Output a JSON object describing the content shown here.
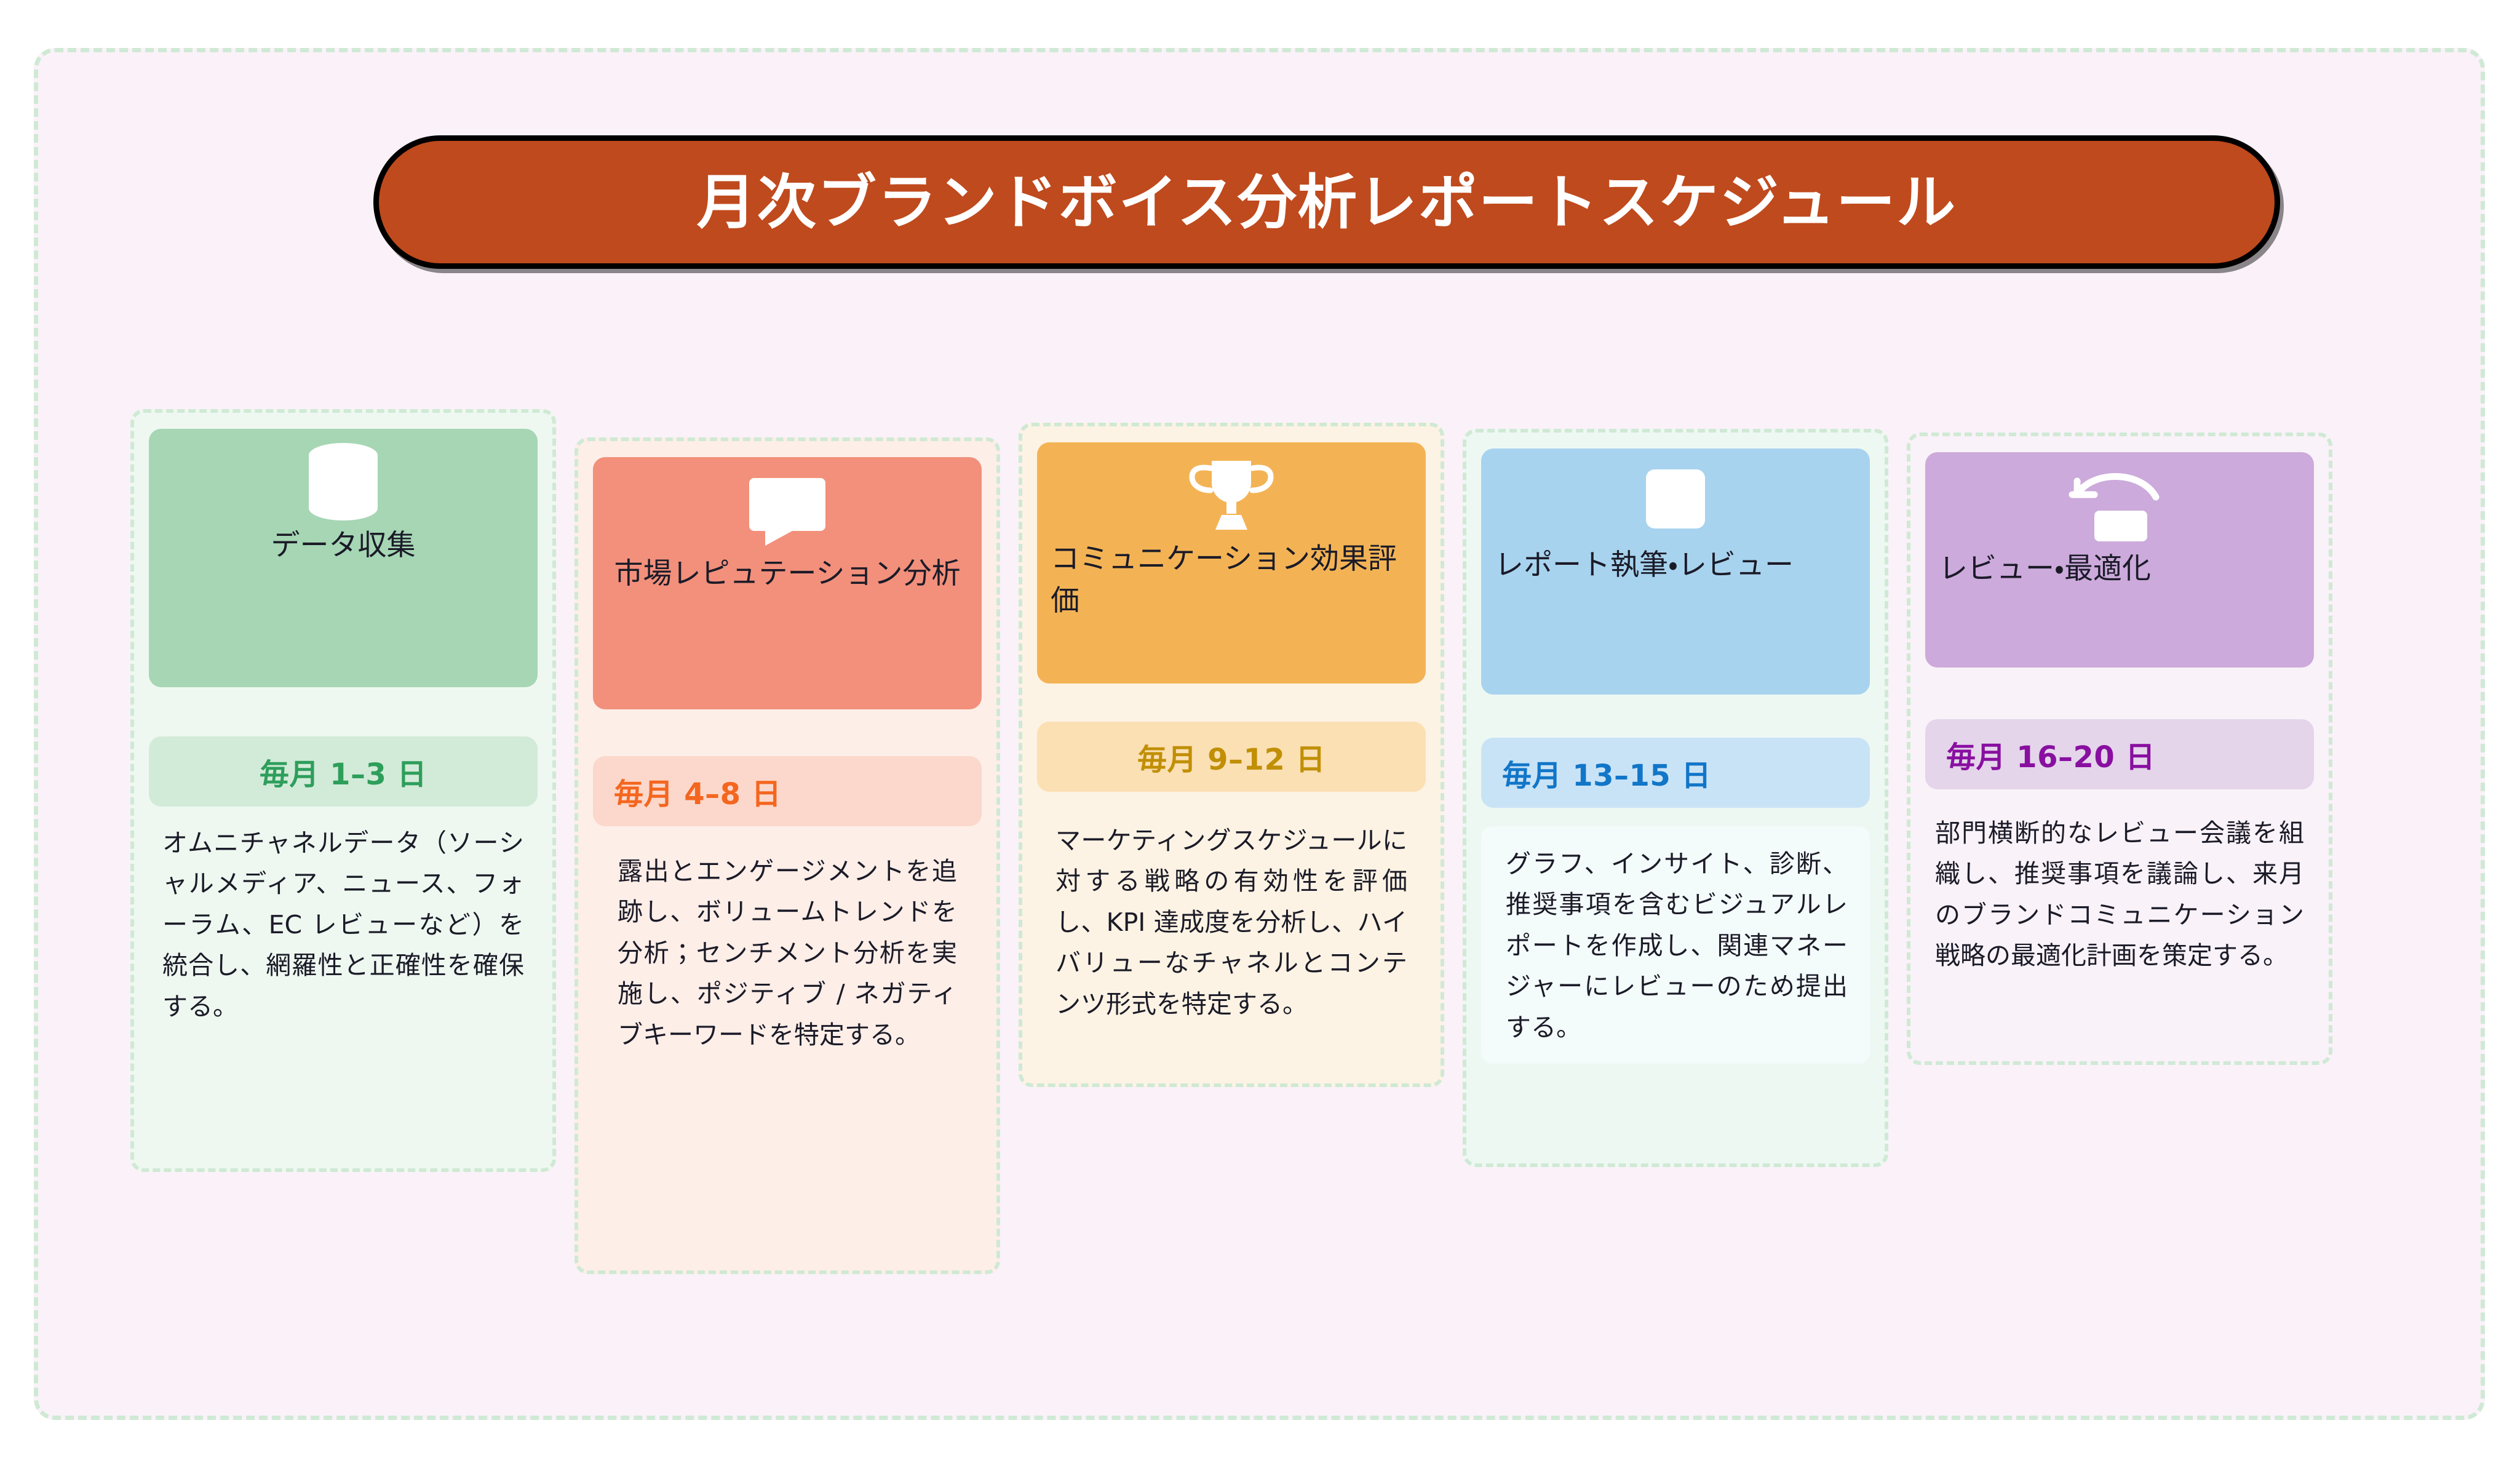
{
  "title": {
    "text": "月次ブランドボイス分析レポートスケジュール",
    "background": "#bf4a1d",
    "border_color": "#000000",
    "text_color": "#ffffff"
  },
  "frame": {
    "background": "#faf2f8",
    "border_color": "#cfe9d5"
  },
  "steps": [
    {
      "icon": "database-stack-icon",
      "title": "データ収集",
      "date": "毎月 1–3 日",
      "body": "オムニチャネルデータ（ソーシャルメディア、ニュース、フォーラム、EC レビューなど）を統合し、網羅性と正確性を確保する。",
      "head_bg": "#a6d6b4",
      "badge_bg": "#d2ebd8",
      "badge_text_color": "#2e9e5b",
      "column_bg": "#eef8f0",
      "title_align": "center",
      "date_align": "center",
      "body_boxed": false
    },
    {
      "icon": "speech-bubble-icon",
      "title": "市場レピュテーション分析",
      "date": "毎月 4–8 日",
      "body": "露出とエンゲージメントを追跡し、ボリュームトレンドを分析；センチメント分析を実施し、ポジティブ / ネガティブキーワードを特定する。",
      "head_bg": "#f2907b",
      "badge_bg": "#fbd8cb",
      "badge_text_color": "#f4661f",
      "column_bg": "#fdeee8",
      "title_align": "center",
      "date_align": "left",
      "body_boxed": false
    },
    {
      "icon": "trophy-icon",
      "title": "コミュニケーション効果評価",
      "date": "毎月 9–12 日",
      "body": "マーケティングスケジュールに対する戦略の有効性を評価し、KPI 達成度を分析し、ハイバリューなチャネルとコンテンツ形式を特定する。",
      "head_bg": "#f3b355",
      "badge_bg": "#fbe0b4",
      "badge_text_color": "#c18f05",
      "column_bg": "#fdf3e4",
      "title_align": "left",
      "date_align": "center",
      "body_boxed": false
    },
    {
      "icon": "document-icon",
      "title": "レポート執筆・レビュー",
      "date": "毎月 13–15 日",
      "body": "グラフ、インサイト、診断、推奨事項を含むビジュアルレポートを作成し、関連マネージャーにレビューのため提出する。",
      "head_bg": "#a8d3ee",
      "badge_bg": "#c9e3f6",
      "badge_text_color": "#1176c8",
      "column_bg": "#eef8f3",
      "title_align": "left",
      "date_align": "left",
      "body_boxed": true
    },
    {
      "icon": "undo-arrow-icon",
      "title": "レビュー・最適化",
      "date": "毎月 16–20 日",
      "body": "部門横断的なレビュー会議を組織し、推奨事項を議論し、来月のブランドコミュニケーション戦略の最適化計画を策定する。",
      "head_bg": "#ccaadb",
      "badge_bg": "#e4d5ea",
      "badge_text_color": "#880fa0",
      "column_bg": "#f9f2f8",
      "title_align": "left",
      "date_align": "left",
      "body_boxed": false
    }
  ]
}
